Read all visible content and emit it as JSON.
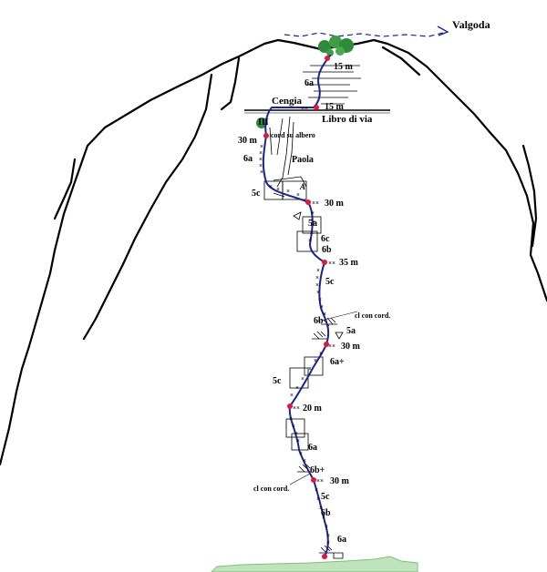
{
  "colors": {
    "background": "#ffffff",
    "rock_outline": "#000000",
    "route_line": "#1c2290",
    "belay_station": "#e0183c",
    "vegetation": "#2e8b3a",
    "grass": "#7fbf7a",
    "descent_arrow": "#1c2290"
  },
  "icons": {
    "tree": "tree-icon",
    "belay": "belay-station-icon",
    "arrow": "descent-arrow-icon",
    "overhang": "overhang-hatch-icon"
  },
  "labels": {
    "valgoda": "Valgoda",
    "cengia": "Cengia",
    "libro_di_via": "Libro di via",
    "roman_three": "III",
    "cord_su_albero": "cord su albero",
    "paola": "Paola",
    "letter_a": "A",
    "cl_con_cord_upper": "cl con cord.",
    "cl_con_cord_lower": "cl con cord."
  },
  "belays": [
    {
      "id": "top",
      "label": "15 m"
    },
    {
      "id": "cengia",
      "label": "15 m"
    },
    {
      "id": "tree",
      "label": "30 m"
    },
    {
      "id": "b4",
      "label": "30 m"
    },
    {
      "id": "b5",
      "label": "35 m"
    },
    {
      "id": "b6",
      "label": "30 m"
    },
    {
      "id": "b7",
      "label": "20 m"
    },
    {
      "id": "b8",
      "label": "30 m"
    }
  ],
  "bolt_pair": "××",
  "bolt_mark": "×",
  "grades": [
    {
      "id": "g-6a-top",
      "text": "6a"
    },
    {
      "id": "g-6a-tree",
      "text": "6a"
    },
    {
      "id": "g-5c-roof",
      "text": "5c"
    },
    {
      "id": "g-5a-1",
      "text": "5a"
    },
    {
      "id": "g-6c",
      "text": "6c"
    },
    {
      "id": "g-6b-1",
      "text": "6b"
    },
    {
      "id": "g-5c-2",
      "text": "5c"
    },
    {
      "id": "g-6b-2",
      "text": "6b"
    },
    {
      "id": "g-5a-2",
      "text": "5a"
    },
    {
      "id": "g-6a-plus",
      "text": "6a+"
    },
    {
      "id": "g-5c-3",
      "text": "5c"
    },
    {
      "id": "g-6a-3",
      "text": "6a"
    },
    {
      "id": "g-6b-plus",
      "text": "6b+"
    },
    {
      "id": "g-5c-4",
      "text": "5c"
    },
    {
      "id": "g-6b-3",
      "text": "6b"
    },
    {
      "id": "g-6a-4",
      "text": "6a"
    }
  ]
}
